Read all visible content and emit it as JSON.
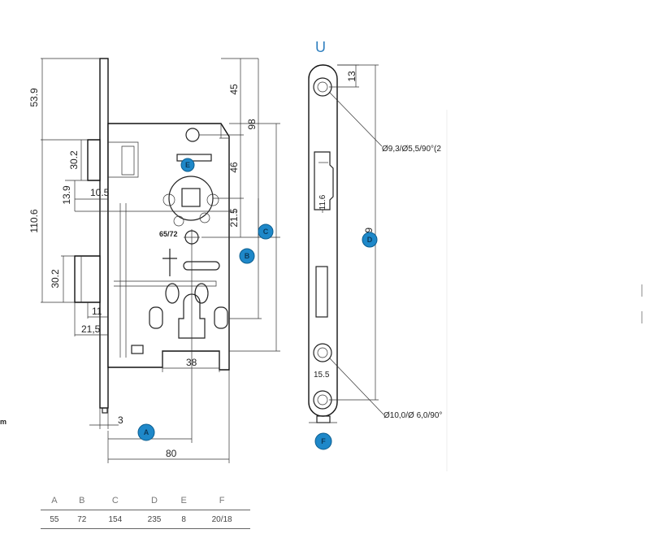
{
  "side_view_label": "U",
  "stray_text": "m",
  "dimensions": {
    "d53_9": "53.9",
    "d110_6": "110.6",
    "d30_2_top": "30.2",
    "d13_9": "13.9",
    "d10_5": "10.5",
    "d30_2_bottom": "30.2",
    "d11": "11",
    "d21_5_left": "21,5",
    "d3": "3",
    "d80": "80",
    "d38": "38",
    "d45": "45",
    "d98": "98",
    "d46": "46",
    "d21_5_right": "21.5",
    "d13": "13",
    "d209": "209",
    "d11_6": "11.6",
    "d15_5": "15.5",
    "d65_72": "65/72",
    "hole_top": "Ø9,3/Ø5,5/90°(2",
    "hole_bottom": "Ø10,0/Ø 6,0/90°"
  },
  "badges": {
    "A": "A",
    "B": "B",
    "C": "C",
    "D": "D",
    "E": "E",
    "F": "F"
  },
  "table": {
    "headers": [
      "A",
      "B",
      "C",
      "D",
      "E",
      "F"
    ],
    "values": [
      "55",
      "72",
      "154",
      "235",
      "8",
      "20/18"
    ]
  }
}
